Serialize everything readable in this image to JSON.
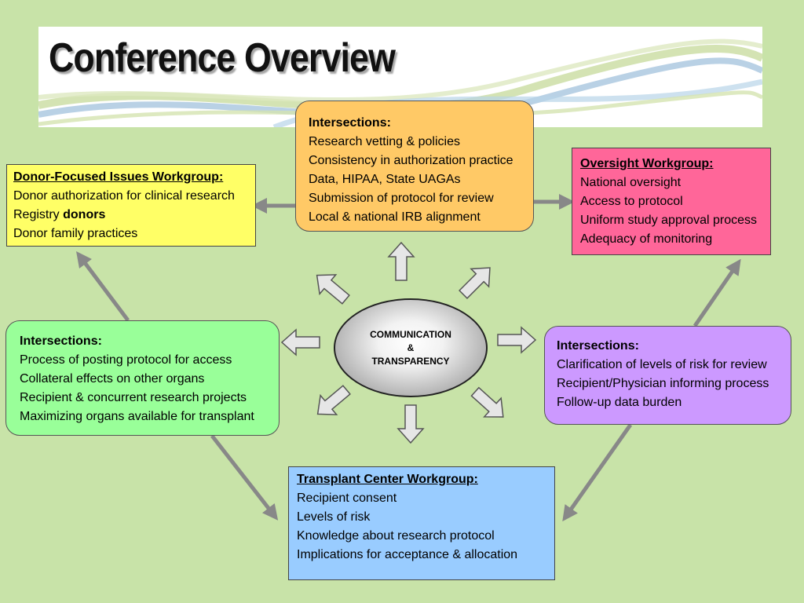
{
  "title": "Conference Overview",
  "hub": {
    "line1": "COMMUNICATION",
    "line2": "&",
    "line3": "TRANSPARENCY"
  },
  "boxes": {
    "top_intersections": {
      "heading": "Intersections:",
      "items": [
        "Research vetting & policies",
        "Consistency in authorization practice",
        "Data, HIPAA, State UAGAs",
        "Submission of protocol for review",
        "Local & national IRB alignment"
      ]
    },
    "donor_workgroup": {
      "heading": "Donor-Focused Issues Workgroup:",
      "item1": "Donor authorization for clinical research",
      "item2_prefix": "Registry ",
      "item2_bold": "donors",
      "item3": "Donor family practices"
    },
    "oversight_workgroup": {
      "heading": "Oversight Workgroup:",
      "items": [
        "National oversight",
        "Access to protocol",
        "Uniform study approval process",
        "Adequacy of monitoring"
      ]
    },
    "left_intersections": {
      "heading": "Intersections:",
      "items": [
        "Process of posting protocol for access",
        "Collateral effects on other organs",
        "Recipient & concurrent research projects",
        "Maximizing organs available for transplant"
      ]
    },
    "right_intersections": {
      "heading": "Intersections:",
      "items": [
        "Clarification of levels of risk for review",
        "Recipient/Physician informing process",
        "Follow-up data burden"
      ]
    },
    "transplant_workgroup": {
      "heading": "Transplant Center Workgroup:",
      "items": [
        "Recipient consent",
        "Levels of risk",
        "Knowledge about research protocol",
        "Implications for acceptance & allocation"
      ]
    }
  },
  "colors": {
    "background": "#c8e3a8",
    "top_box": "#ffc966",
    "donor_box": "#ffff66",
    "oversight_box": "#ff6699",
    "left_box": "#99ff99",
    "right_box": "#cc99ff",
    "transplant_box": "#99ccff",
    "connector": "#888888"
  }
}
